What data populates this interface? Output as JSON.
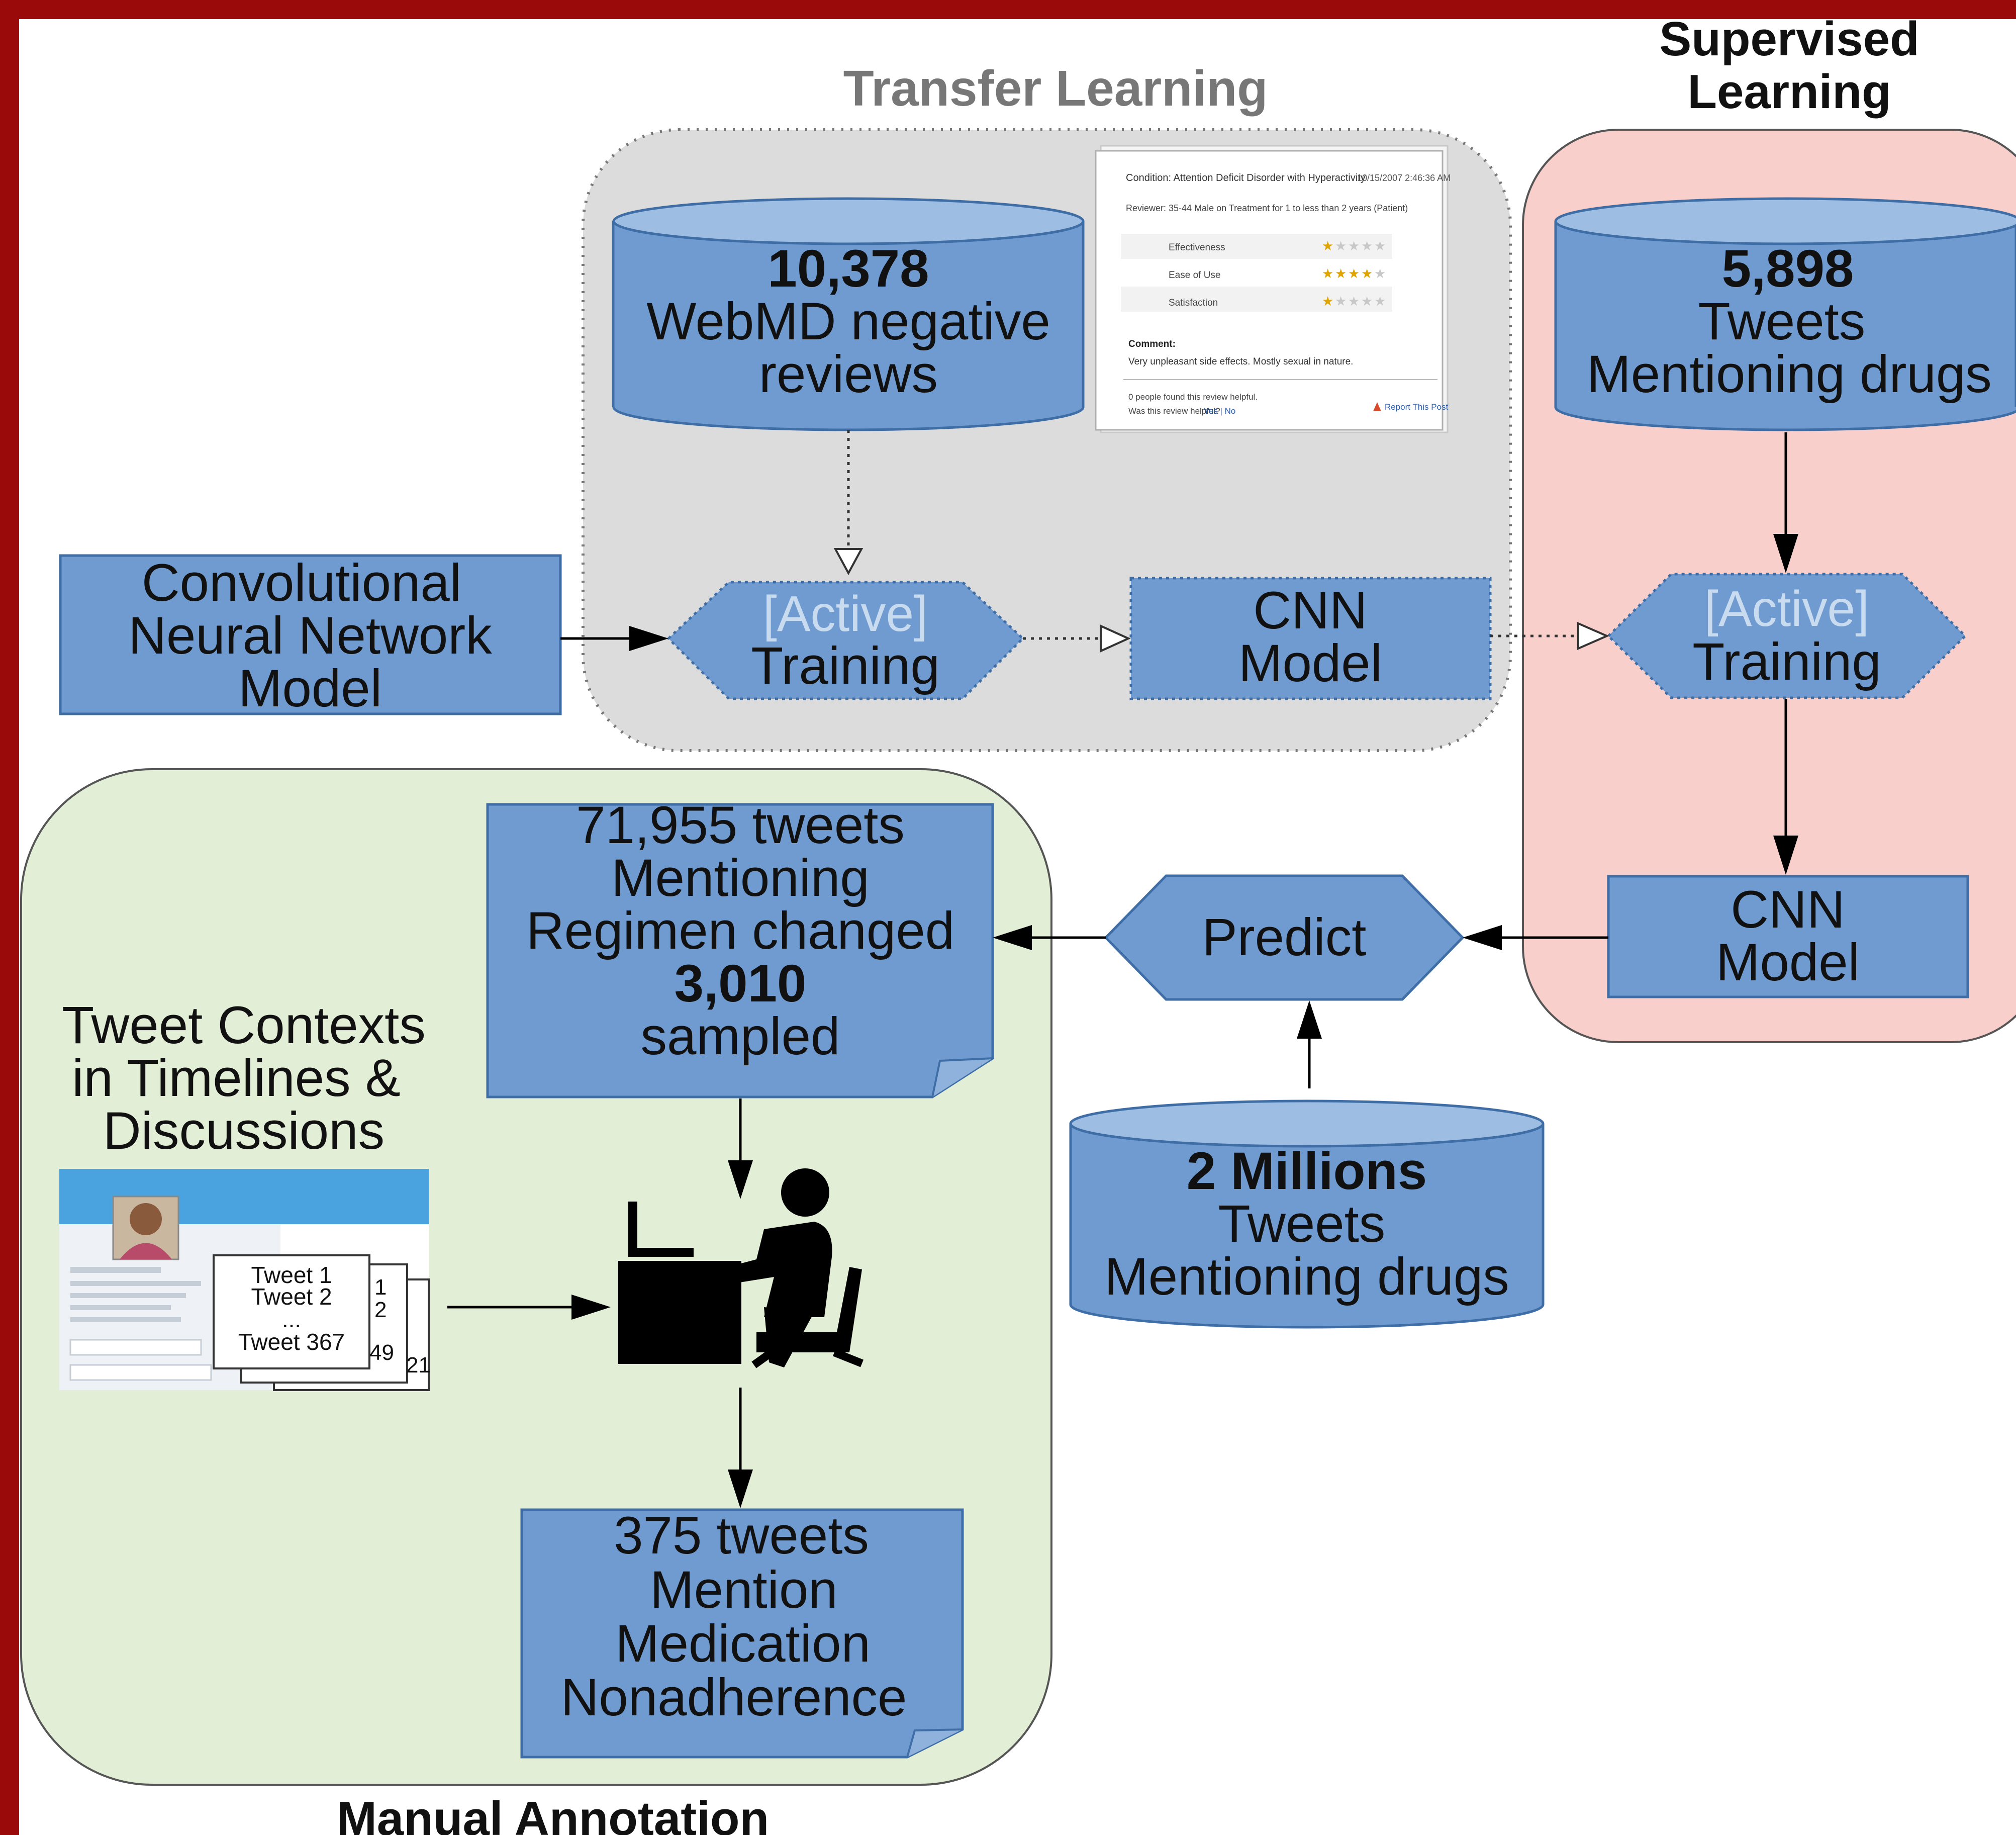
{
  "sections": {
    "transfer_learning": "Transfer Learning",
    "supervised_learning": [
      "Supervised",
      "Learning"
    ],
    "manual_annotation": "Manual Annotation"
  },
  "cnn_input": [
    "Convolutional",
    "Neural Network",
    "Model"
  ],
  "webmd_db": {
    "count": "10,378",
    "lines": [
      "WebMD negative",
      "reviews"
    ]
  },
  "webmd_review_thumbnail": {
    "condition": "Condition: Attention Deficit Disorder with Hyperactivity",
    "date": "10/15/2007 2:46:36 AM",
    "reviewer": "Reviewer: 35-44 Male on Treatment for 1 to less than 2 years (Patient)",
    "ratings": [
      {
        "label": "Effectiveness",
        "stars": 1
      },
      {
        "label": "Ease of Use",
        "stars": 4
      },
      {
        "label": "Satisfaction",
        "stars": 1
      }
    ],
    "comment_label": "Comment:",
    "comment": "Very unpleasant side effects. Mostly sexual in nature.",
    "helpful_count": "0 people found this review helpful.",
    "helpful_question": "Was this review helpful?",
    "helpful_link": "Yes | No",
    "report_link": "Report This Post"
  },
  "training_active": {
    "tag": "[Active]",
    "label": "Training"
  },
  "transfer_cnn_model": [
    "CNN",
    "Model"
  ],
  "supervised_db": {
    "count": "5,898",
    "lines": [
      "Tweets",
      "Mentioning drugs"
    ]
  },
  "supervised_training": {
    "tag": "[Active]",
    "label": "Training"
  },
  "supervised_cnn_model": [
    "CNN",
    "Model"
  ],
  "predict": "Predict",
  "millions_db": {
    "count": "2 Millions",
    "lines": [
      "Tweets",
      "Mentioning drugs"
    ]
  },
  "regimen_doc": {
    "lines": [
      "71,955 tweets",
      "Mentioning",
      "Regimen changed"
    ],
    "count": "3,010",
    "tail": "sampled"
  },
  "tweet_contexts": [
    "Tweet Contexts",
    "in Timelines &",
    "Discussions"
  ],
  "tweet_cards": {
    "front": [
      "Tweet 1",
      "Tweet 2",
      "...",
      "Tweet 367"
    ],
    "back_fragments": [
      "1",
      "2",
      "49",
      "21"
    ]
  },
  "nonadherence_doc": [
    "375 tweets",
    "Mention",
    "Medication",
    "Nonadherence"
  ],
  "colors": {
    "frame": "#9b0a0a",
    "background": "#ffffff",
    "node_fill": "#6f9bd1",
    "node_stroke": "#3f6ea6",
    "cylinder_top": "#9dbde3",
    "transfer_panel": "#dcdcdc",
    "supervised_panel": "#f8cfca",
    "annotation_panel": "#e2eed5",
    "active_tag": "#c9dbef"
  },
  "icons": {
    "annotator": "person-at-desk-icon"
  }
}
